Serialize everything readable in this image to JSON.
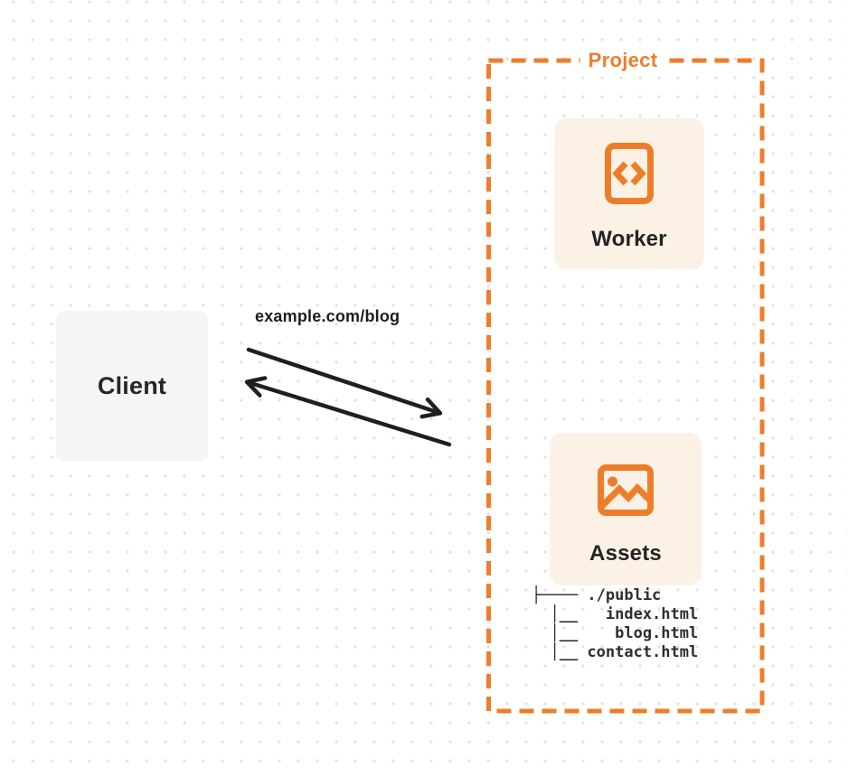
{
  "colors": {
    "accent_orange": "#EE7D2B",
    "card_cream": "#FBF1E5",
    "client_gray": "#F5F5F6",
    "ink": "#1F1F1F",
    "grid_dot": "#E1E1E4"
  },
  "client": {
    "label": "Client"
  },
  "request": {
    "url": "example.com/blog"
  },
  "project": {
    "title": "Project",
    "worker": {
      "label": "Worker"
    },
    "assets": {
      "label": "Assets",
      "tree_lines": [
        "├──── ./public",
        "  │__   index.html",
        "  │__    blog.html",
        "  │__ contact.html"
      ]
    }
  }
}
